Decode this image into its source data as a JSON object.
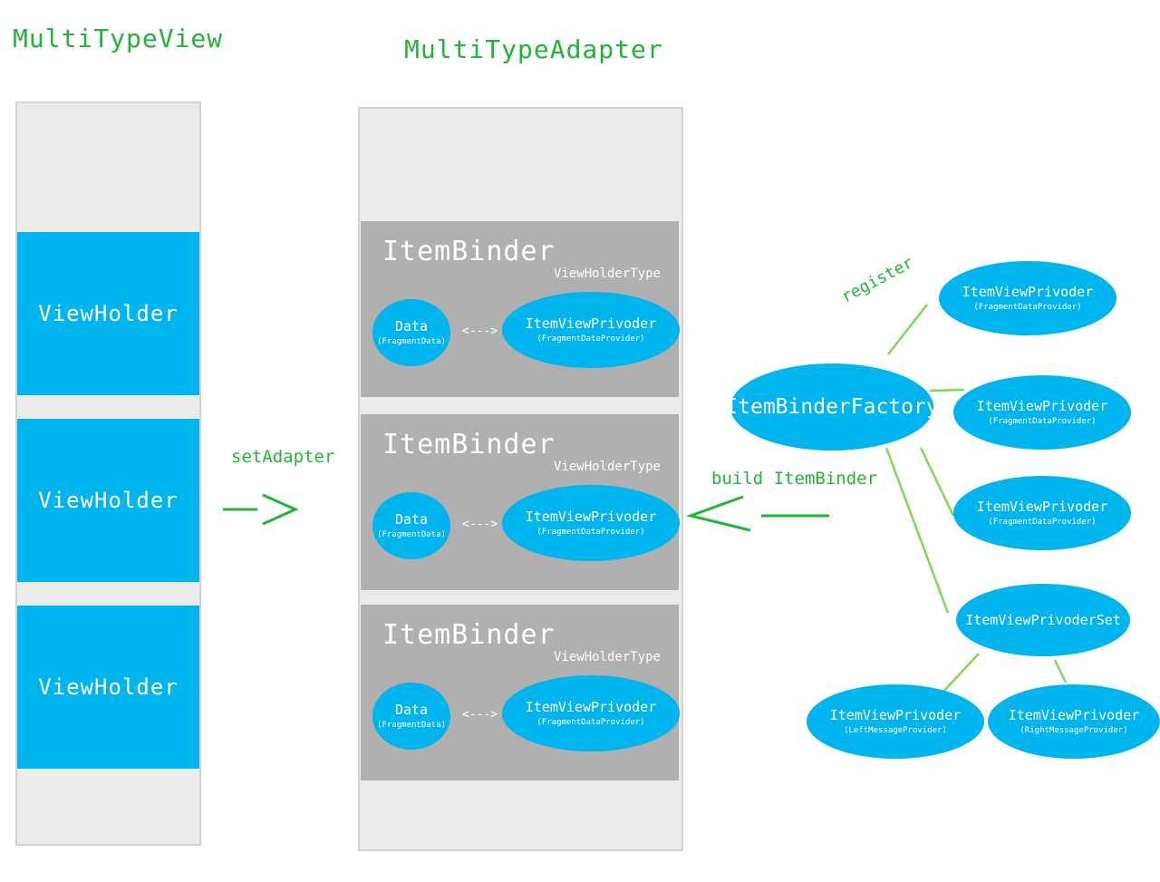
{
  "view": {
    "title": "MultiTypeView",
    "holders": [
      "ViewHolder",
      "ViewHolder",
      "ViewHolder"
    ]
  },
  "adapter": {
    "title": "MultiTypeAdapter",
    "binders": [
      {
        "title": "ItemBinder",
        "type_label": "ViewHolderType",
        "data_label": "Data",
        "data_sub": "(FragmentData)",
        "link": "<--->",
        "provider_label": "ItemViewPrivoder",
        "provider_sub": "(FragmentDataProvider)"
      },
      {
        "title": "ItemBinder",
        "type_label": "ViewHolderType",
        "data_label": "Data",
        "data_sub": "(FragmentData)",
        "link": "<--->",
        "provider_label": "ItemViewPrivoder",
        "provider_sub": "(FragmentDataProvider)"
      },
      {
        "title": "ItemBinder",
        "type_label": "ViewHolderType",
        "data_label": "Data",
        "data_sub": "(FragmentData)",
        "link": "<--->",
        "provider_label": "ItemViewPrivoder",
        "provider_sub": "(FragmentDataProvider)"
      }
    ]
  },
  "connectors": {
    "set_adapter": "setAdapter",
    "build_binder": "build ItemBinder",
    "register": "register"
  },
  "factory": {
    "label": "ItemBinderFactory",
    "providers": [
      {
        "label": "ItemViewPrivoder",
        "sub": "(FragmentDataProvider)"
      },
      {
        "label": "ItemViewPrivoder",
        "sub": "(FragmentDataProvider)"
      },
      {
        "label": "ItemViewPrivoder",
        "sub": "(FragmentDataProvider)"
      }
    ],
    "provider_set": {
      "label": "ItemViewPrivoderSet",
      "children": [
        {
          "label": "ItemViewPrivoder",
          "sub": "(LeftMessageProvider)"
        },
        {
          "label": "ItemViewPrivoder",
          "sub": "(RightMessageProvider)"
        }
      ]
    }
  },
  "colors": {
    "accent_green": "#22b43a",
    "blue": "#00b4ee",
    "panel_gray": "#ebebeb",
    "binder_gray": "#b0b0b0"
  }
}
